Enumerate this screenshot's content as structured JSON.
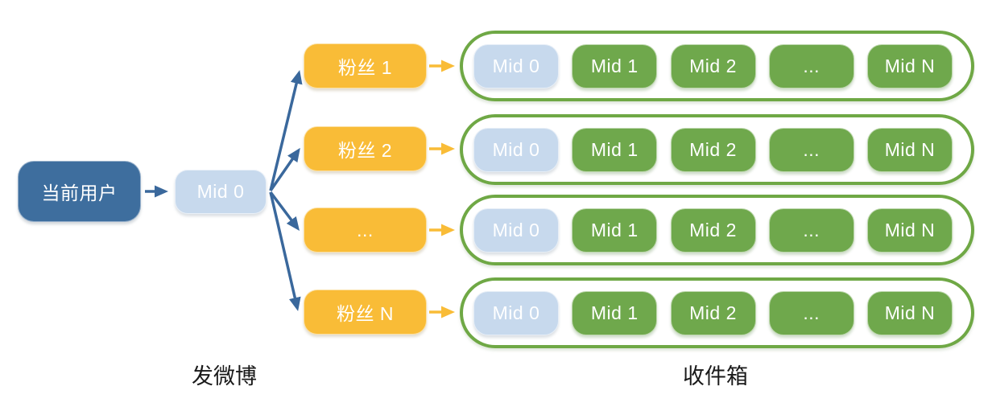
{
  "nodes": {
    "current_user": "当前用户",
    "source_mid": "Mid 0",
    "fans": [
      "粉丝 1",
      "粉丝 2",
      "...",
      "粉丝 N"
    ]
  },
  "inbox": {
    "rows": [
      {
        "pills": [
          "Mid 0",
          "Mid 1",
          "Mid 2",
          "...",
          "Mid N"
        ]
      },
      {
        "pills": [
          "Mid 0",
          "Mid 1",
          "Mid 2",
          "...",
          "Mid N"
        ]
      },
      {
        "pills": [
          "Mid 0",
          "Mid 1",
          "Mid 2",
          "...",
          "Mid N"
        ]
      },
      {
        "pills": [
          "Mid 0",
          "Mid 1",
          "Mid 2",
          "...",
          "Mid N"
        ]
      }
    ]
  },
  "captions": {
    "publish": "发微博",
    "inbox": "收件箱"
  },
  "colors": {
    "primary_blue": "#3E6E9E",
    "light_blue": "#C7D9ED",
    "orange": "#F9BC37",
    "green": "#6FA84C",
    "green_border": "#6FA845",
    "caption_text": "#1A1A1A",
    "background": "#FFFFFF"
  }
}
